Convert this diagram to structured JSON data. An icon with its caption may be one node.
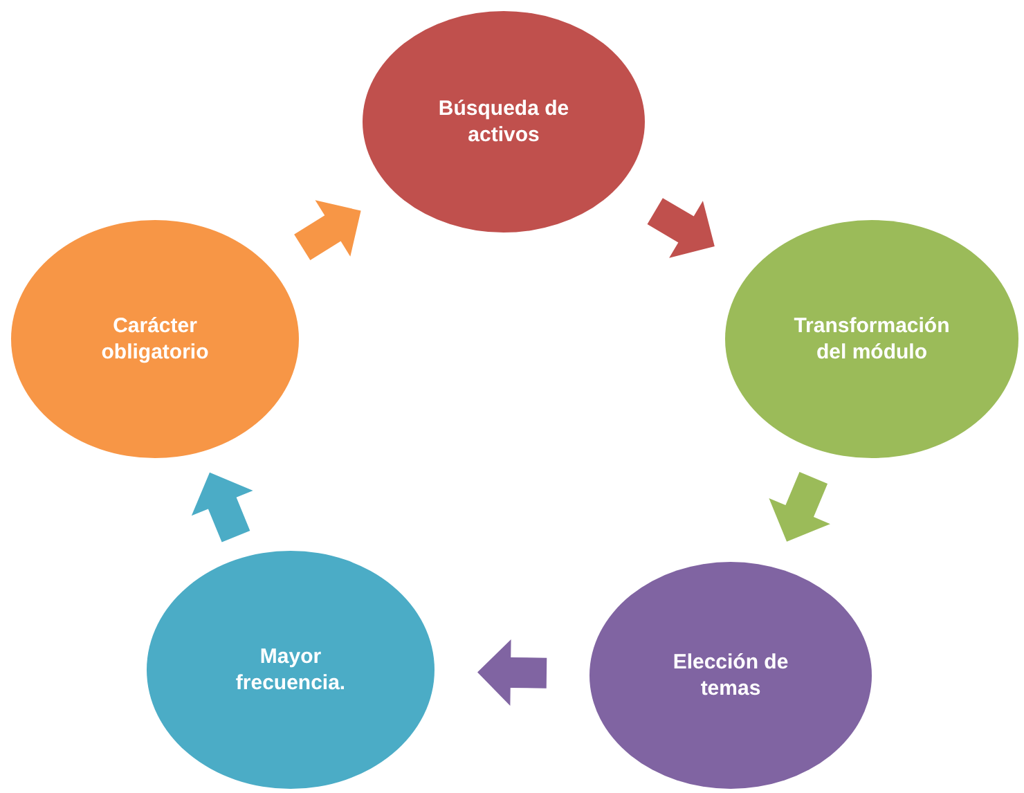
{
  "diagram": {
    "nodes": [
      {
        "text": [
          "Búsqueda de activos"
        ]
      },
      {
        "text": [
          "Transformación del módulo"
        ]
      },
      {
        "text": [
          "Elección de temas"
        ]
      },
      {
        "text": [
          "Mayor frecuencia."
        ]
      },
      {
        "text": [
          "Carácter obligatorio"
        ]
      }
    ],
    "edges": [
      {
        "from": 0,
        "to": 1,
        "arrow": "to",
        "color": "#c0504d"
      },
      {
        "from": 1,
        "to": 2,
        "arrow": "to",
        "color": "#9bbb59"
      },
      {
        "from": 2,
        "to": 3,
        "arrow": "to",
        "color": "#8064a2"
      },
      {
        "from": 3,
        "to": 4,
        "arrow": "to",
        "color": "#4bacc6"
      },
      {
        "from": 4,
        "to": 0,
        "arrow": "to",
        "color": "#f79646"
      }
    ]
  }
}
